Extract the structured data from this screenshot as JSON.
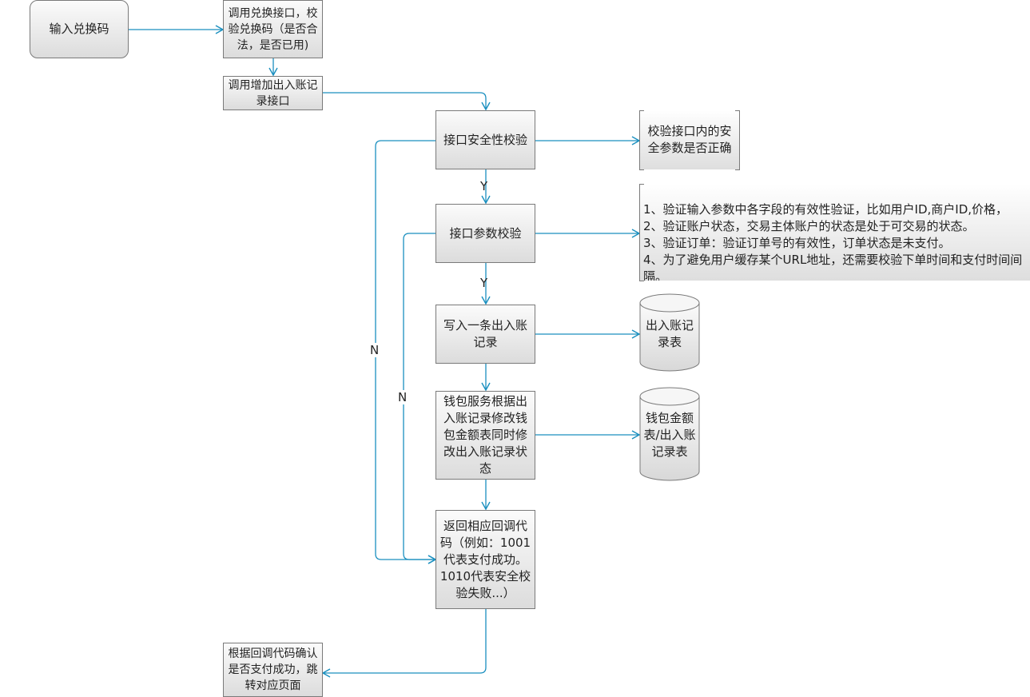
{
  "nodes": {
    "input_code": "输入兑换码",
    "validate_code": "调用兑换接口，校\n验兑换码（是否合\n法，是否已用)",
    "add_record": "调用增加出入账记\n录接口",
    "security_check": "接口安全性校验",
    "param_check": "接口参数校验",
    "write_record": "写入一条出入账\n记录",
    "wallet_update": "钱包服务根据出\n入账记录修改钱\n包金额表同时修\n改出入账记录状\n态",
    "return_code": "返回相应回调代\n码（例如：1001\n代表支付成功。\n1010代表安全校\n验失败...）",
    "confirm_jump": "根据回调代码确认\n是否支付成功，跳\n转对应页面"
  },
  "annotations": {
    "security_note": "校验接口内的安\n全参数是否正确",
    "param_note": "1、验证输入参数中各字段的有效性验证，比如用户ID,商户ID,价格，\n2、验证账户状态，交易主体账户的状态是处于可交易的状态。\n3、验证订单：验证订单号的有效性，订单状态是未支付。\n4、为了避免用户缓存某个URL地址，还需要校验下单时间和支付时间间\n隔。"
  },
  "datastores": {
    "record_table": "出入账记\n录表",
    "wallet_tables": "钱包金额\n表/出入账\n记录表"
  },
  "edge_labels": {
    "yes_1": "Y",
    "yes_2": "Y",
    "no_outer": "N",
    "no_inner": "N"
  },
  "colors": {
    "connector": "#1a8fbf",
    "box_border": "#7a7a7a"
  }
}
